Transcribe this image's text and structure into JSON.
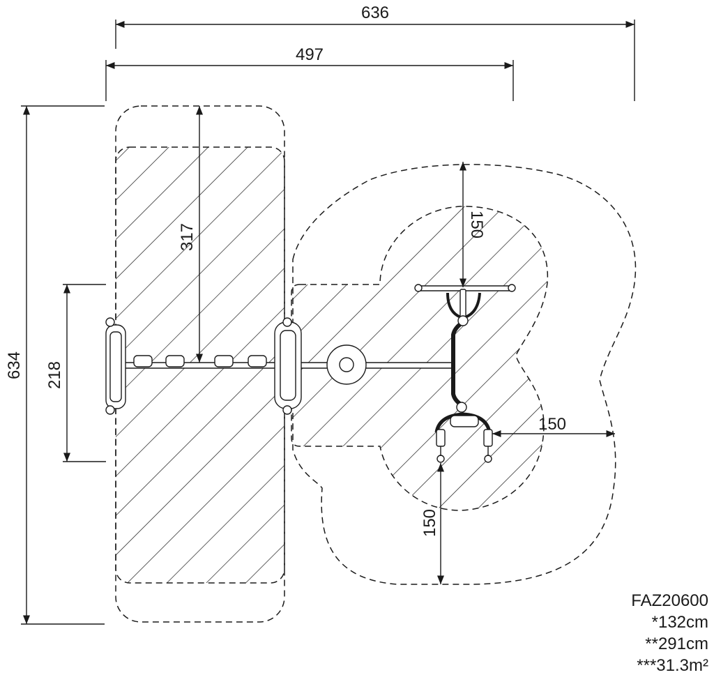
{
  "dimensions": {
    "overall_width": "636",
    "inner_width": "497",
    "overall_height": "634",
    "left_offset": "218",
    "upper_depth": "317",
    "top_clearance": "150",
    "right_clearance": "150",
    "bottom_clearance": "150"
  },
  "spec": {
    "code": "FAZ20600",
    "height_1": "*132cm",
    "height_2": "**291cm",
    "area": "***31.3m²"
  }
}
